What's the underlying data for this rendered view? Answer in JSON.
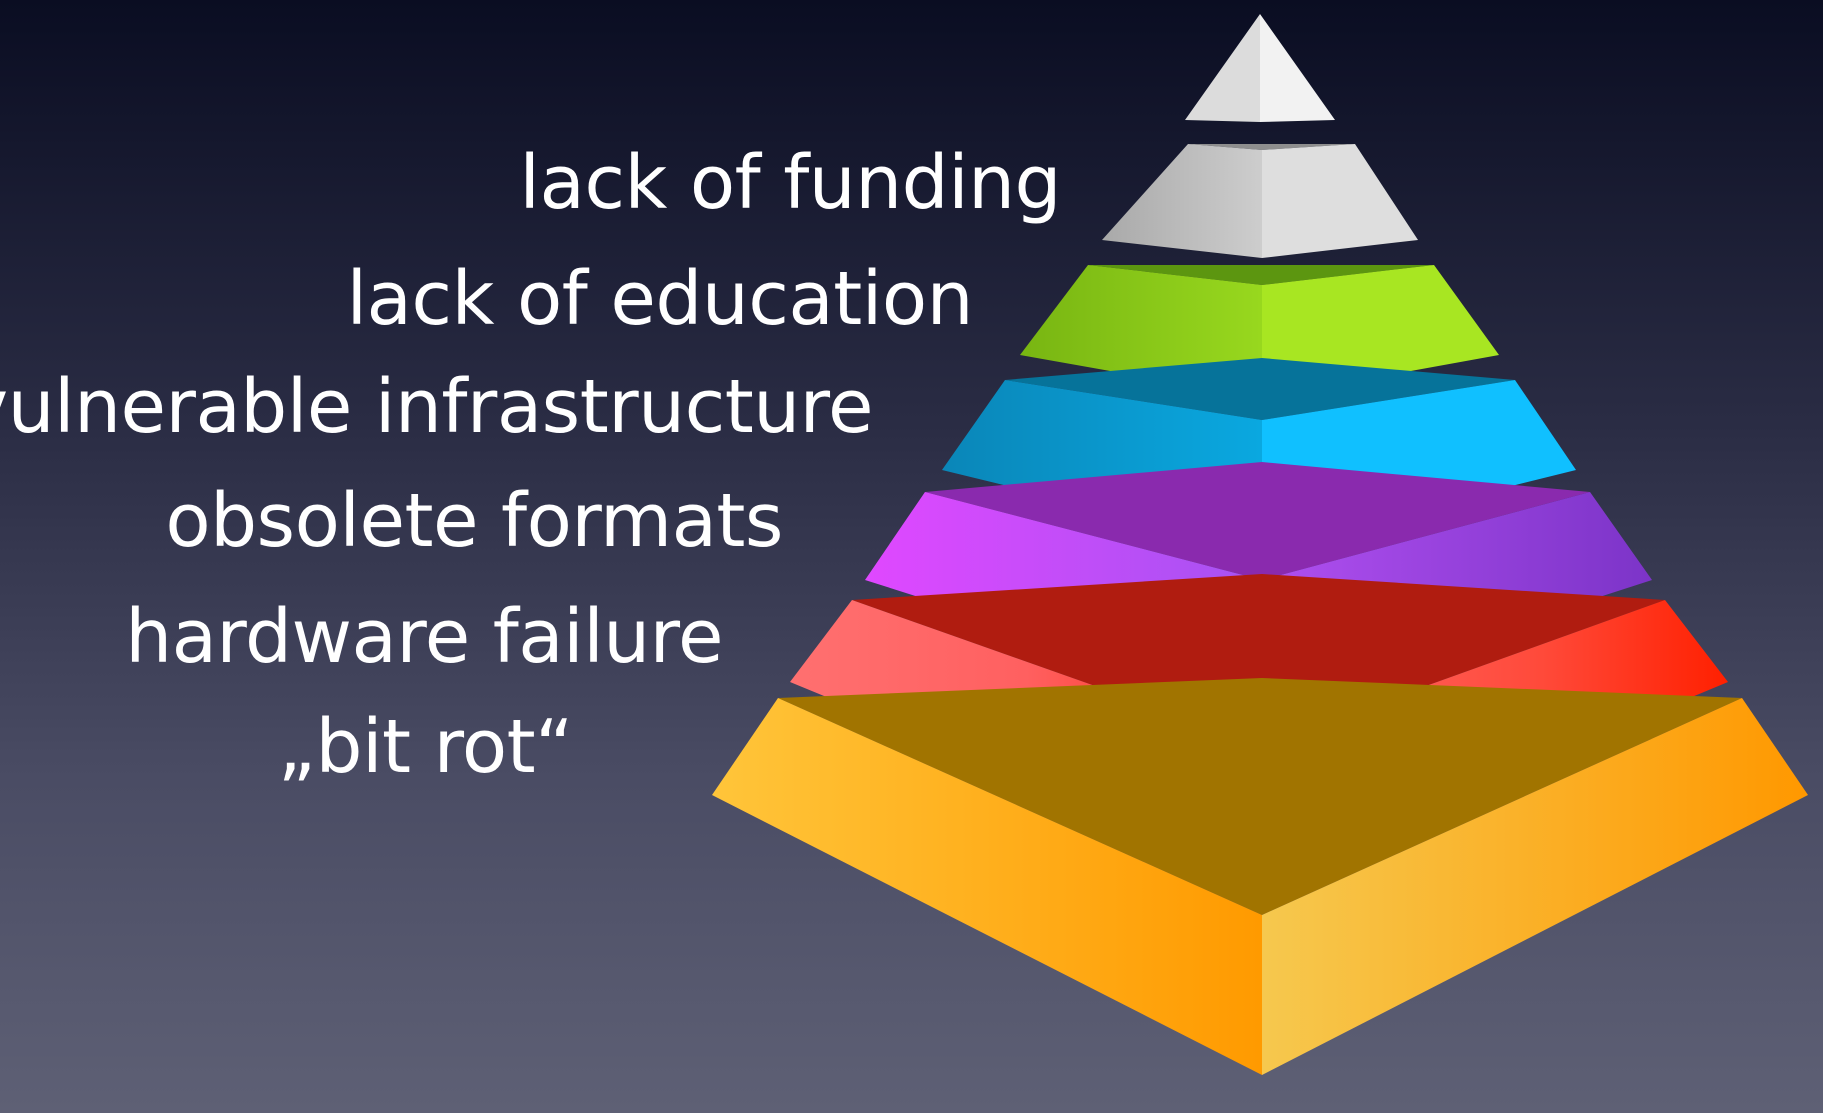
{
  "labels": {
    "funding": "lack of funding",
    "education": "lack of education",
    "infrastructure": "vulnerable infrastructure",
    "formats": "obsolete formats",
    "hardware": "hardware failure",
    "bitrot": "„bit rot“"
  },
  "layers": [
    {
      "name": "apex",
      "colors": {
        "left": "#d8d8d8",
        "right": "#f4f4f4",
        "top": "#ffffff"
      }
    },
    {
      "name": "funding",
      "colors": {
        "left": "#b8b8b8",
        "right": "#d6d6d6",
        "top": "#9c9c9c"
      }
    },
    {
      "name": "education",
      "colors": {
        "left": "#8fcc1c",
        "right": "#aeea22",
        "top": "#5f9c10"
      }
    },
    {
      "name": "infrastructure",
      "colors": {
        "left": "#0aa0d6",
        "right": "#12c2ff",
        "top": "#05779e"
      }
    },
    {
      "name": "formats",
      "colors": {
        "left": "#cc3cf0",
        "right": "#a049e0",
        "top": "#8f2db4"
      }
    },
    {
      "name": "hardware",
      "colors": {
        "left": "#ff5e5e",
        "right": "#ff3220",
        "top": "#b21c10"
      }
    },
    {
      "name": "bitrot",
      "colors": {
        "left": "#ffaf1a",
        "right": "#ffb52a",
        "top": "#a67a00"
      }
    }
  ]
}
